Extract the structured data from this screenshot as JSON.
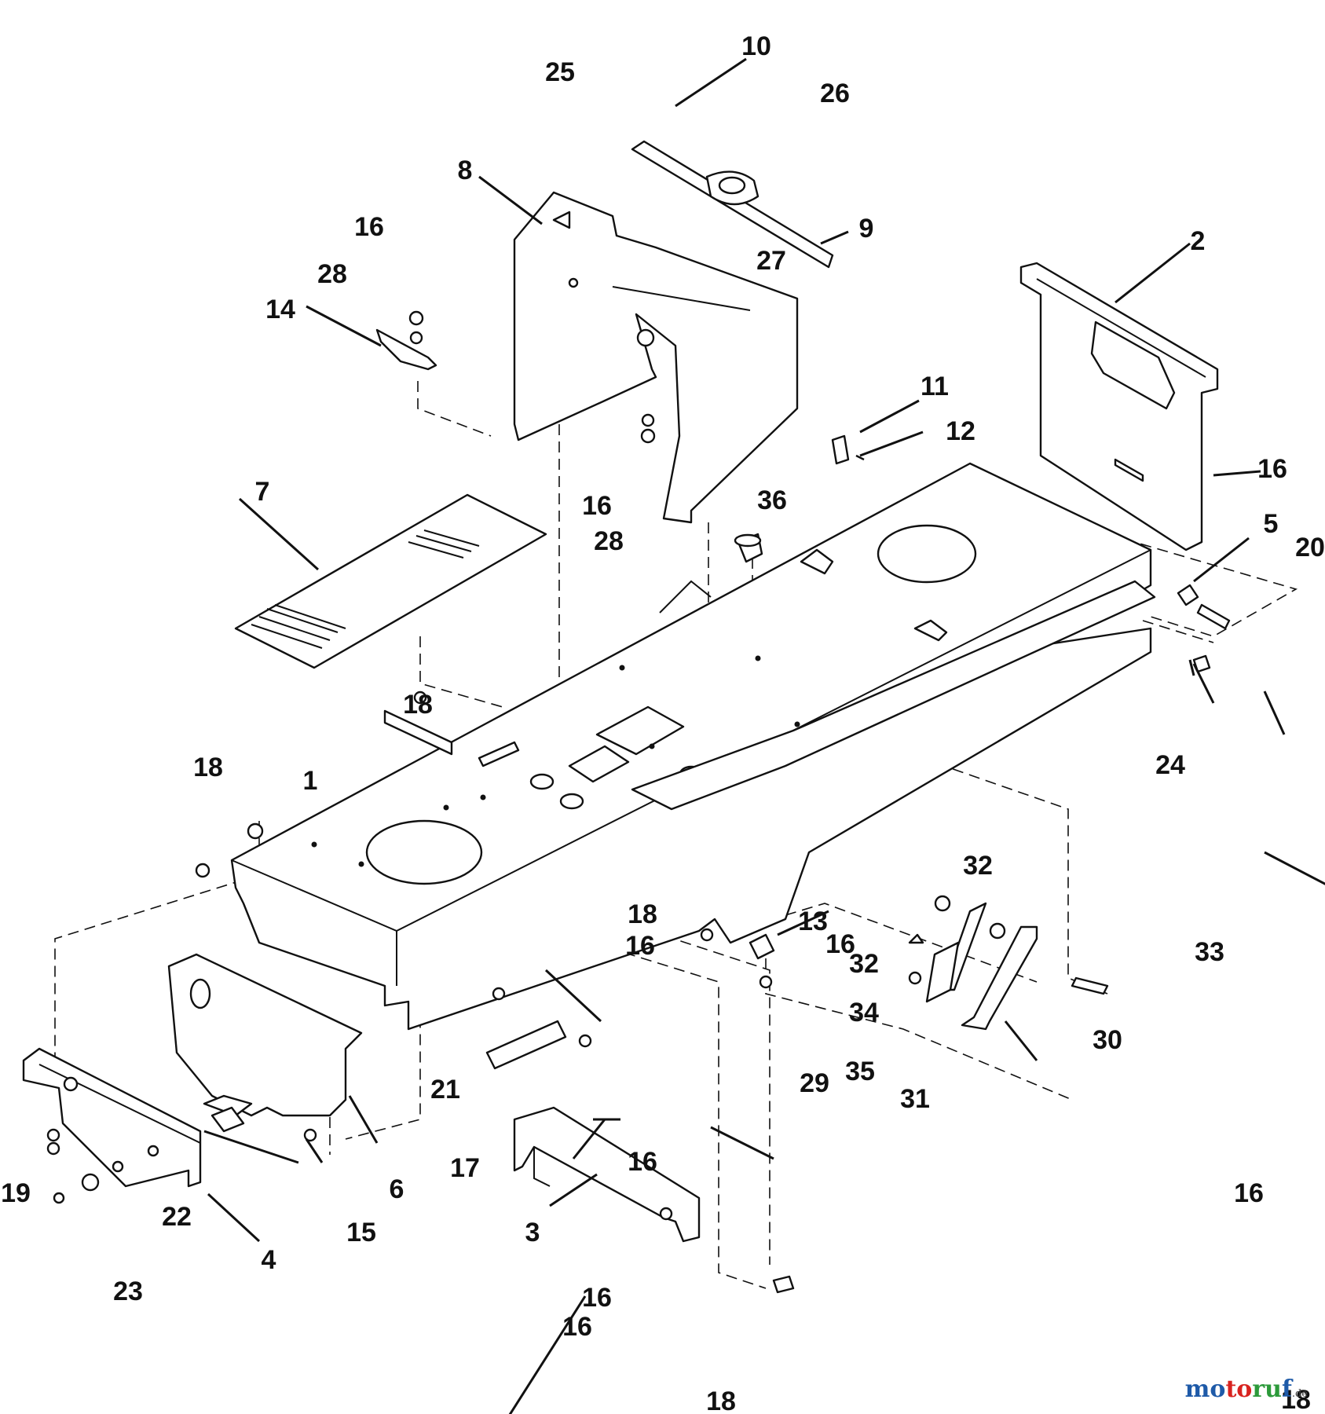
{
  "watermark": {
    "part_a": "mo",
    "part_b": "to",
    "part_c": "ru",
    "part_d": "f",
    "tld": ".de",
    "colors": {
      "blue": "#1e5aa8",
      "red": "#d8231f",
      "green": "#2c9a3a"
    }
  },
  "callouts": [
    "1",
    "2",
    "3",
    "4",
    "5",
    "6",
    "7",
    "8",
    "9",
    "10",
    "11",
    "12",
    "13",
    "14",
    "15",
    "16",
    "16",
    "16",
    "16",
    "16",
    "16",
    "16",
    "16",
    "16",
    "17",
    "18",
    "18",
    "18",
    "18",
    "18",
    "19",
    "20",
    "21",
    "22",
    "23",
    "24",
    "25",
    "26",
    "27",
    "28",
    "28",
    "29",
    "30",
    "31",
    "32",
    "32",
    "33",
    "34",
    "35",
    "36"
  ]
}
